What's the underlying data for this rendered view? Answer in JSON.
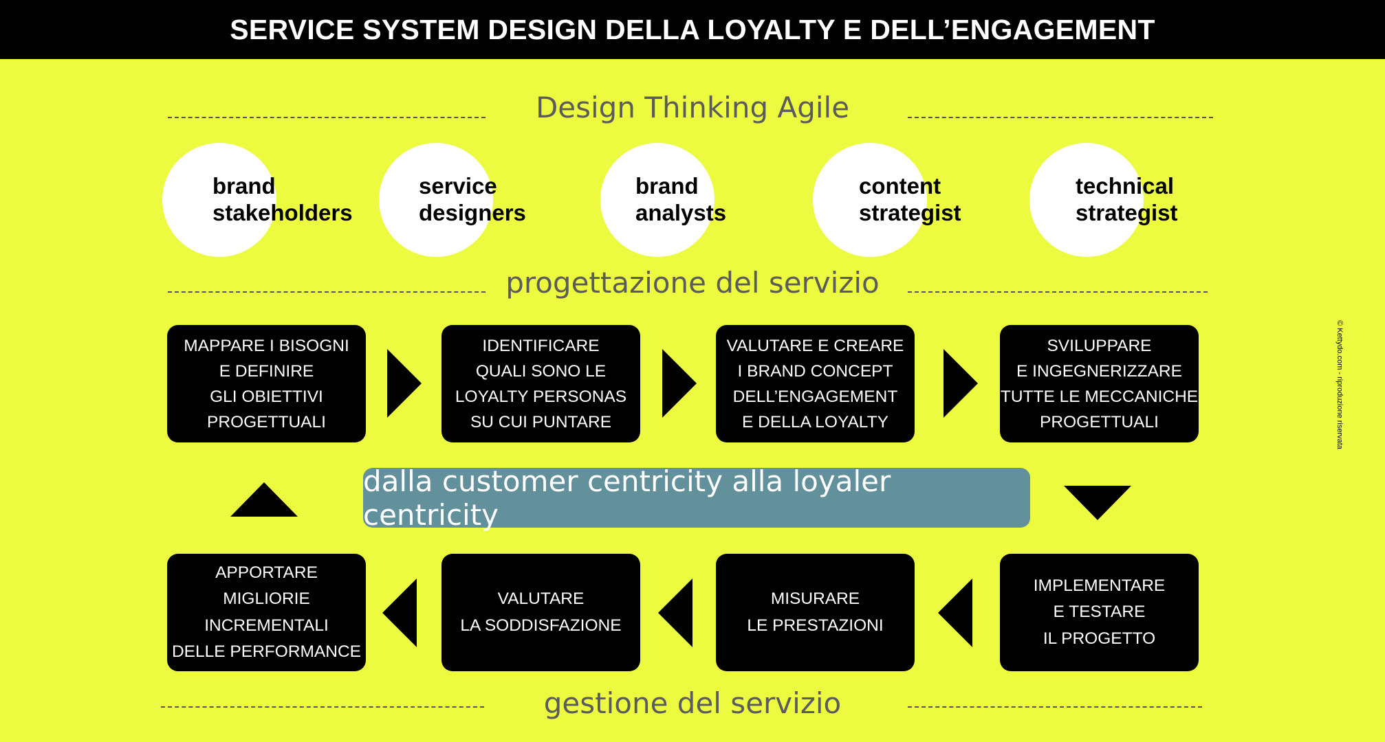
{
  "header": {
    "title": "SERVICE SYSTEM DESIGN DELLA LOYALTY E DELL’ENGAGEMENT"
  },
  "sections": {
    "top": "Design Thinking Agile",
    "middle": "progettazione del servizio",
    "bottom": "gestione del servizio"
  },
  "roles": [
    {
      "line1": "brand",
      "line2": "stakeholders"
    },
    {
      "line1": "service",
      "line2": "designers"
    },
    {
      "line1": "brand",
      "line2": "analysts"
    },
    {
      "line1": "content",
      "line2": "strategist"
    },
    {
      "line1": "technical",
      "line2": "strategist"
    }
  ],
  "steps_top": [
    "MAPPARE I BISOGNI\nE DEFINIRE\nGLI OBIETTIVI\nPROGETTUALI",
    "IDENTIFICARE\nQUALI SONO LE\nLOYALTY PERSONAS\nSU CUI PUNTARE",
    "VALUTARE E CREARE\nI BRAND CONCEPT\nDELL’ENGAGEMENT\nE DELLA LOYALTY",
    "SVILUPPARE\nE INGEGNERIZZARE\nTUTTE LE MECCANICHE\nPROGETTUALI"
  ],
  "steps_bottom": [
    "APPORTARE\nMIGLIORIE\nINCREMENTALI\nDELLE PERFORMANCE",
    "VALUTARE\nLA SODDISFAZIONE",
    "MISURARE\nLE PRESTAZIONI",
    "IMPLEMENTARE\nE TESTARE\nIL PROGETTO"
  ],
  "banner": "dalla customer centricity alla loyaler centricity",
  "copyright": "© Kettydo.com - riproduzione riservata",
  "colors": {
    "background": "#ecfb3f",
    "header": "#000000",
    "banner": "#62909b",
    "box": "#000000",
    "circle": "#ffffff"
  }
}
